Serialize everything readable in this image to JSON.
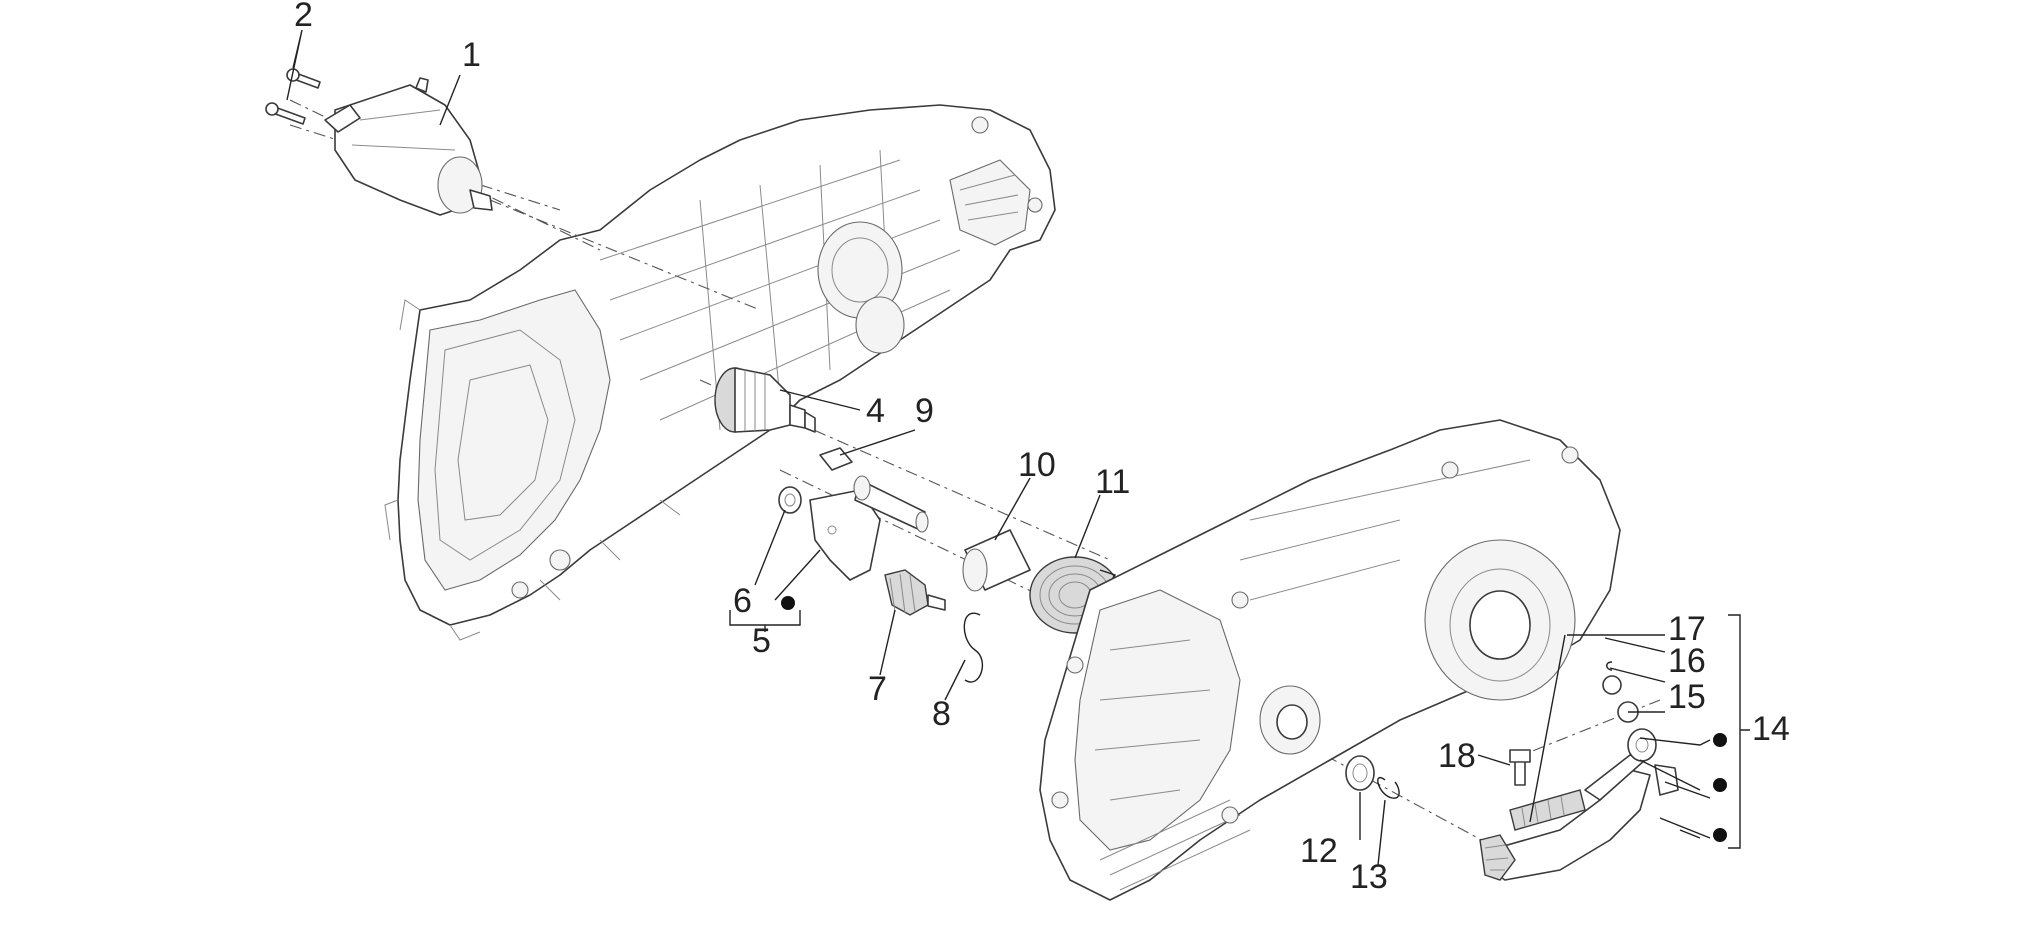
{
  "diagram": {
    "labels": [
      {
        "id": "l1",
        "text": "1"
      },
      {
        "id": "l2",
        "text": "2"
      },
      {
        "id": "l4",
        "text": "4"
      },
      {
        "id": "l5",
        "text": "5"
      },
      {
        "id": "l6",
        "text": "6"
      },
      {
        "id": "l7",
        "text": "7"
      },
      {
        "id": "l8",
        "text": "8"
      },
      {
        "id": "l9",
        "text": "9"
      },
      {
        "id": "l10",
        "text": "10"
      },
      {
        "id": "l11",
        "text": "11"
      },
      {
        "id": "l12",
        "text": "12"
      },
      {
        "id": "l13",
        "text": "13"
      },
      {
        "id": "l14",
        "text": "14"
      },
      {
        "id": "l15",
        "text": "15"
      },
      {
        "id": "l16",
        "text": "16"
      },
      {
        "id": "l17",
        "text": "17"
      },
      {
        "id": "l18",
        "text": "18"
      }
    ],
    "colors": {
      "line": "#3a3a3a",
      "label": "#222222",
      "background": "#ffffff"
    }
  }
}
